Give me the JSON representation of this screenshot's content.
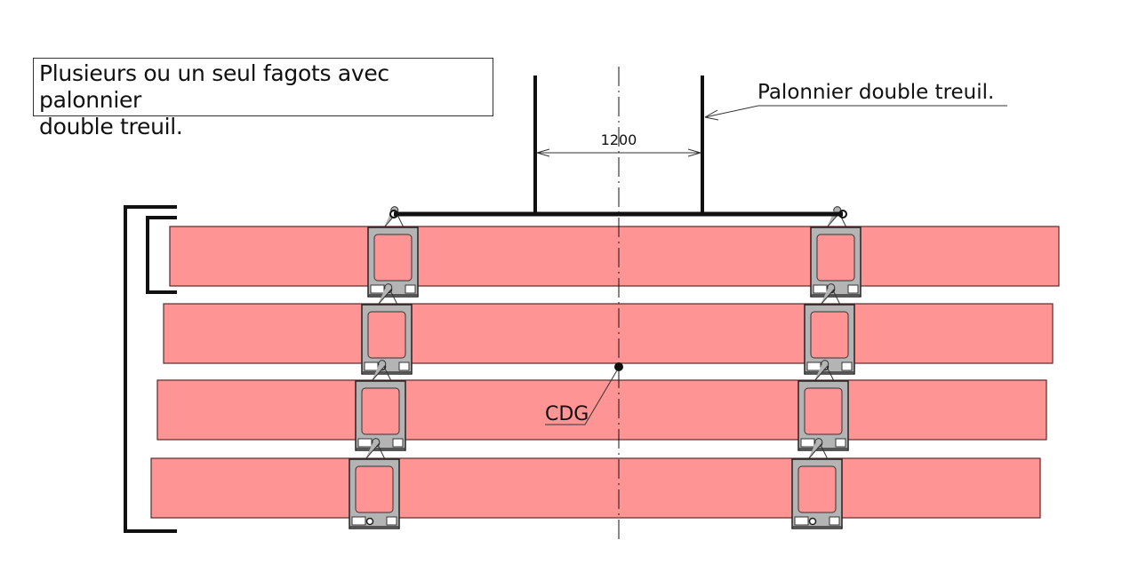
{
  "note": {
    "line1": "Plusieurs ou un seul fagots avec palonnier",
    "line2": "double treuil."
  },
  "labels": {
    "spreader": "Palonnier double treuil.",
    "dimension": "1200",
    "cog": "CDG"
  },
  "bundles": [
    {
      "id": "bundle-1"
    },
    {
      "id": "bundle-2"
    },
    {
      "id": "bundle-3"
    },
    {
      "id": "bundle-4"
    }
  ],
  "colors": {
    "bundle_fill": "#ff9494",
    "bundle_stroke": "#5a2a2a",
    "clamp_fill": "#b4b4b4",
    "line": "#111111"
  }
}
